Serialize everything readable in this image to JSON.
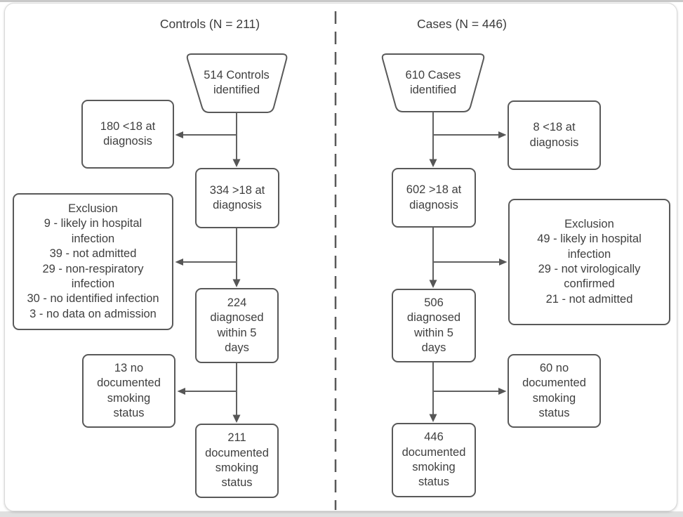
{
  "diagram": {
    "kind": "study-flowchart",
    "colors": {
      "box_border": "#595959",
      "arrow_line": "#616161",
      "text": "#3f3f3f",
      "box_fill": "#ffffff",
      "divider": "#595959",
      "page_background": "#ffffff"
    },
    "columns": [
      {
        "id": "controls",
        "title": "Controls (N = 211)",
        "nodes": {
          "identified": "514 Controls\nidentified",
          "excluded_age": "180 <18 at\ndiagnosis",
          "adults": "334 >18 at\ndiagnosis",
          "exclusion": "Exclusion\n9 - likely in hospital\ninfection\n39 - not admitted\n29 - non-respiratory\ninfection\n30 - no identified infection\n3 - no data on admission",
          "diagnosed_within_5_days": "224\ndiagnosed\nwithin 5\ndays",
          "no_documented_smoking": "13 no\ndocumented\nsmoking\nstatus",
          "documented_smoking": "211\ndocumented\nsmoking\nstatus"
        }
      },
      {
        "id": "cases",
        "title": "Cases (N = 446)",
        "nodes": {
          "identified": "610 Cases\nidentified",
          "excluded_age": "8 <18 at\ndiagnosis",
          "adults": "602 >18 at\ndiagnosis",
          "exclusion": "Exclusion\n49 - likely in hospital\ninfection\n29 - not virologically\nconfirmed\n21 - not admitted",
          "diagnosed_within_5_days": "506\ndiagnosed\nwithin 5\ndays",
          "no_documented_smoking": "60 no\ndocumented\nsmoking\nstatus",
          "documented_smoking": "446\ndocumented\nsmoking\nstatus"
        }
      }
    ]
  }
}
